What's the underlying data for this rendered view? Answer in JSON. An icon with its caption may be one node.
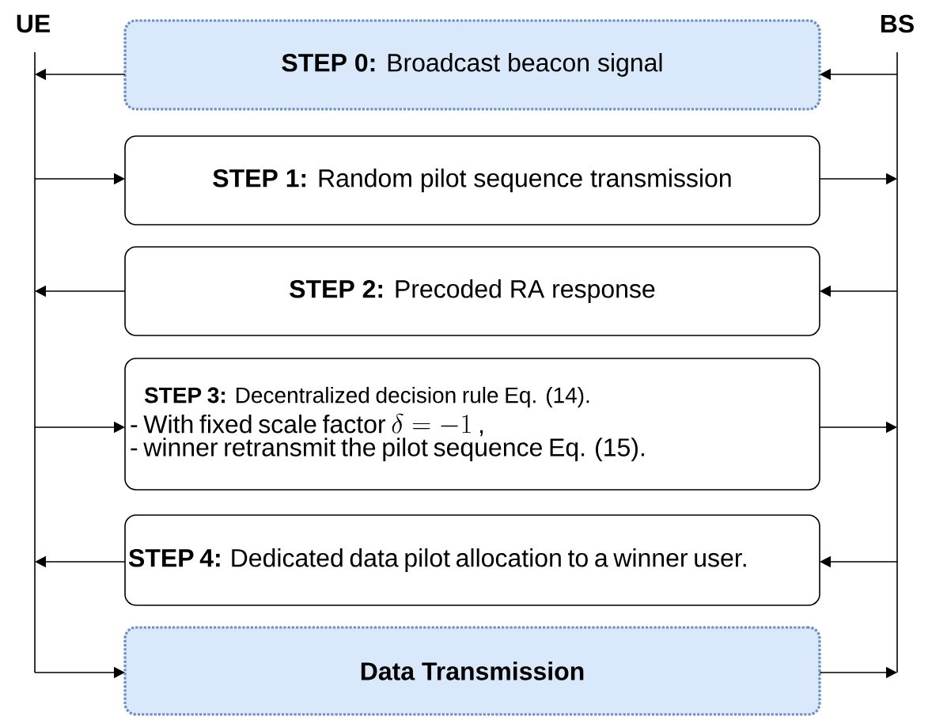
{
  "diagram": {
    "nodes": [
      {
        "text": [
          "UE"
        ]
      },
      {
        "text": [
          "BS"
        ]
      },
      {
        "text": [
          "**STEP 0:** Broadcast beacon signal"
        ]
      },
      {
        "text": [
          "**STEP 1:** Random pilot sequence transmission"
        ]
      },
      {
        "text": [
          "**STEP 2:** Precoded RA response"
        ]
      },
      {
        "text": [
          "**STEP 3:** Decentralized decision rule Eq. (14).",
          "- With fixed scale factor",
          "\\delta = -1",
          ",",
          "- winner retransmit the pilot sequence Eq. (15)."
        ]
      },
      {
        "text": [
          "**STEP 4:** Dedicated data pilot allocation to a winner user."
        ]
      },
      {
        "text": [
          "Data Transmission"
        ]
      }
    ],
    "edges": [
      {
        "from": 2,
        "to": 0,
        "arrow": "to"
      },
      {
        "from": 1,
        "to": 2,
        "arrow": "to"
      },
      {
        "from": 0,
        "to": 3,
        "arrow": "to"
      },
      {
        "from": 3,
        "to": 1,
        "arrow": "to"
      },
      {
        "from": 4,
        "to": 0,
        "arrow": "to"
      },
      {
        "from": 1,
        "to": 4,
        "arrow": "to"
      },
      {
        "from": 0,
        "to": 5,
        "arrow": "to"
      },
      {
        "from": 5,
        "to": 1,
        "arrow": "to"
      },
      {
        "from": 6,
        "to": 0,
        "arrow": "to"
      },
      {
        "from": 1,
        "to": 6,
        "arrow": "to"
      },
      {
        "from": 0,
        "to": 7,
        "arrow": "to"
      },
      {
        "from": 7,
        "to": 1,
        "arrow": "to"
      }
    ]
  }
}
